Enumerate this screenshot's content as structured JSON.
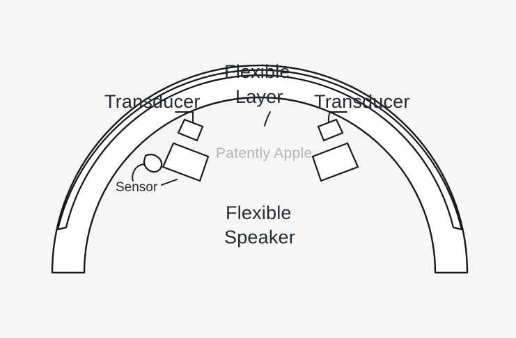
{
  "figure": {
    "background_color": "#f7f6f4",
    "ink_color": "#16181a",
    "fill_color": "#ffffff",
    "label_color": "#232a31",
    "watermark_color": "#b3b5b6"
  },
  "labels": {
    "transducer_left": "Transducer",
    "transducer_right": "Transducer",
    "flexible_layer_line1": "Flexible",
    "flexible_layer_line2": "Layer",
    "sensor": "Sensor",
    "flexible_speaker_line1": "Flexible",
    "flexible_speaker_line2": "Speaker"
  },
  "watermark": {
    "text": "Patently Apple"
  },
  "parts": [
    {
      "name": "flexible-speaker-body",
      "label": "Flexible Speaker"
    },
    {
      "name": "flexible-layer",
      "label": "Flexible Layer"
    },
    {
      "name": "transducer-left",
      "label": "Transducer"
    },
    {
      "name": "transducer-right",
      "label": "Transducer"
    },
    {
      "name": "sensor",
      "label": "Sensor"
    }
  ]
}
